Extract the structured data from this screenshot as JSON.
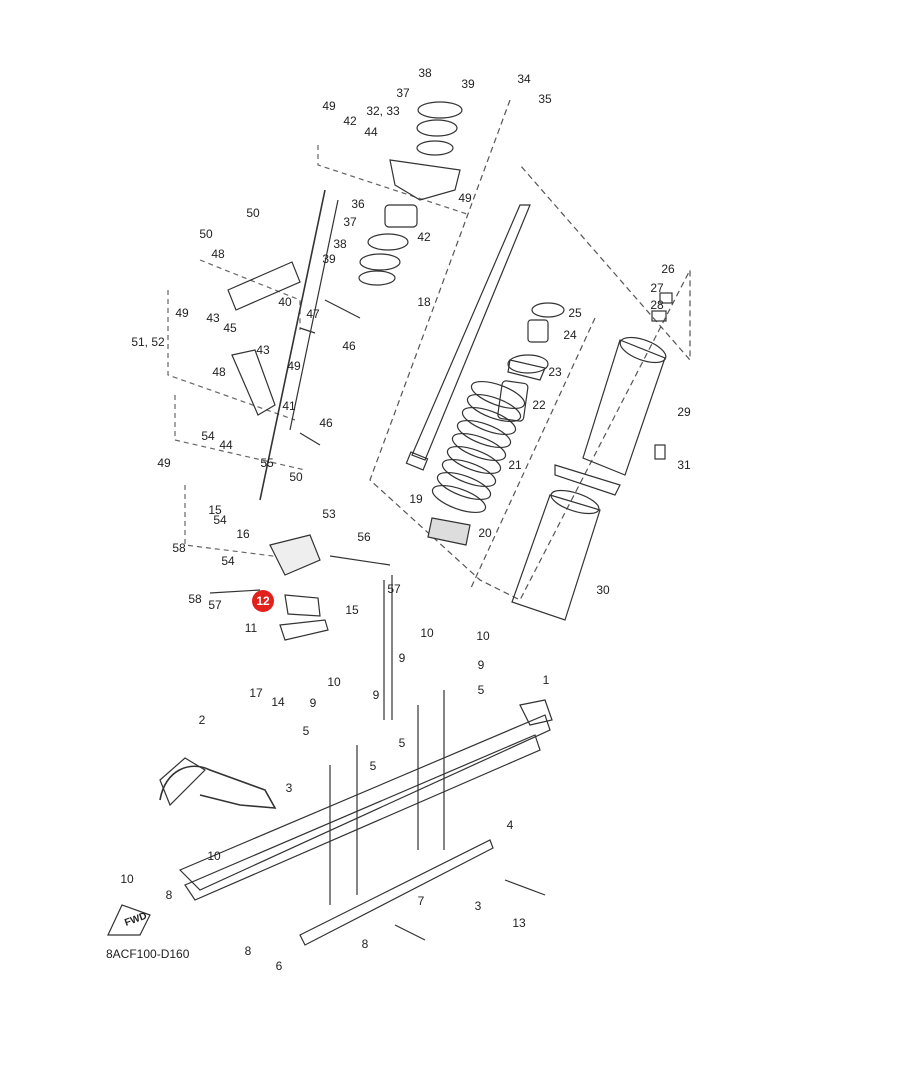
{
  "diagram": {
    "drawing_code": "8ACF100-D160",
    "fwd_label": "FWD",
    "highlight_color": "#e3211c",
    "highlighted_part": "12",
    "part_numbers": [
      "1",
      "2",
      "3",
      "3",
      "4",
      "5",
      "5",
      "5",
      "5",
      "6",
      "7",
      "8",
      "8",
      "8",
      "9",
      "9",
      "9",
      "9",
      "10",
      "10",
      "10",
      "10",
      "10",
      "11",
      "12",
      "13",
      "14",
      "15",
      "15",
      "16",
      "17",
      "18",
      "19",
      "20",
      "21",
      "22",
      "23",
      "24",
      "25",
      "26",
      "27",
      "28",
      "29",
      "30",
      "31",
      "32, 33",
      "34",
      "35",
      "36",
      "37",
      "37",
      "38",
      "38",
      "39",
      "39",
      "40",
      "41",
      "42",
      "42",
      "43",
      "43",
      "44",
      "44",
      "45",
      "46",
      "46",
      "47",
      "48",
      "48",
      "49",
      "49",
      "49",
      "49",
      "49",
      "50",
      "50",
      "50",
      "51, 52",
      "53",
      "54",
      "54",
      "54",
      "55",
      "56",
      "57",
      "57",
      "58",
      "58"
    ]
  }
}
